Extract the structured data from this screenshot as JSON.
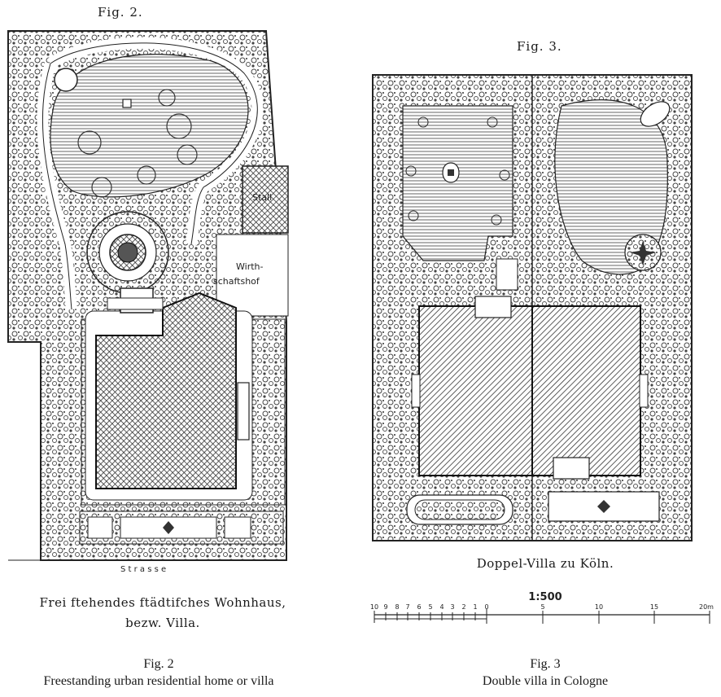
{
  "fig2": {
    "heading": "Fig. 2.",
    "street_label": "S t r a s s e",
    "stable_label": "Stall",
    "yard_label_1": "Wirth-",
    "yard_label_2": "schaftshof",
    "caption_line1": "Frei ftehendes ftädtifches Wohnhaus,",
    "caption_line2": "bezw. Villa.",
    "english_title": "Fig. 2",
    "english_caption": "Freestanding urban residential home or villa"
  },
  "fig3": {
    "heading": "Fig. 3.",
    "caption": "Doppel-Villa zu Köln.",
    "scale_ratio": "1:500",
    "scale_left_ticks": [
      "10",
      "9",
      "8",
      "7",
      "6",
      "5",
      "4",
      "3",
      "2",
      "1",
      "0"
    ],
    "scale_right_ticks": [
      "5",
      "10",
      "15",
      "20m"
    ],
    "english_title": "Fig. 3",
    "english_caption": "Double villa in Cologne"
  }
}
